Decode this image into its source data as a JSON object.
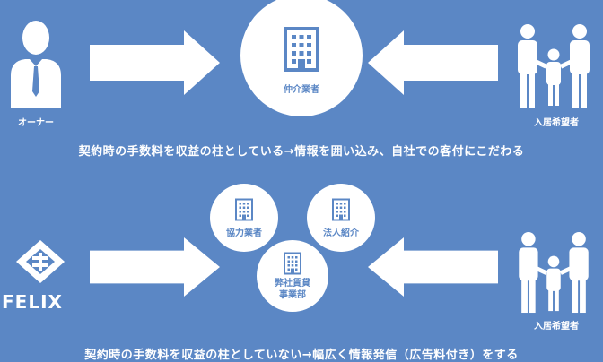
{
  "top": {
    "owner_label": "オーナー",
    "broker_label": "仲介業者",
    "tenant_label": "入居希望者",
    "message": "契約時の手数料を収益の柱としている→情報を囲い込み、自社での客付にこだわる"
  },
  "bottom": {
    "logo_text": "FELIX",
    "partner_label": "協力業者",
    "corporate_label": "法人紹介",
    "rental_dept_line1": "弊社賃貸",
    "rental_dept_line2": "事業部",
    "tenant_label": "入居希望者",
    "message": "契約時の手数料を収益の柱としていない→幅広く情報発信（広告料付き）をする"
  },
  "colors": {
    "background": "#5b87c5",
    "foreground": "#ffffff"
  }
}
